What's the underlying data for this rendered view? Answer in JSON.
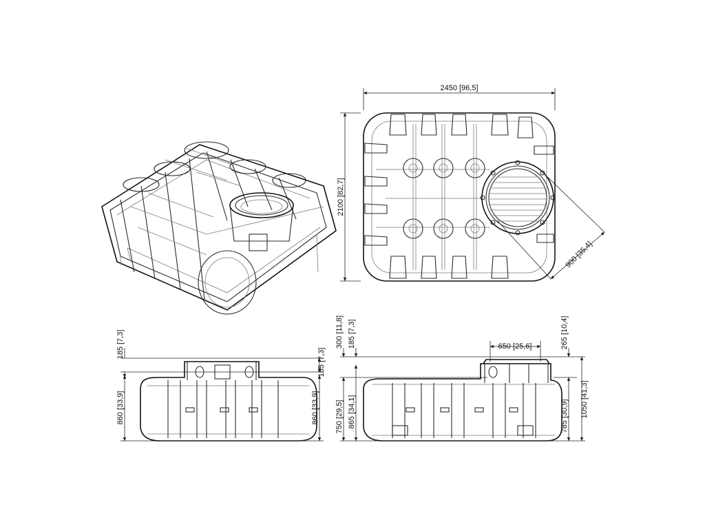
{
  "top_view": {
    "width_label": "2450 [96,5]",
    "depth_label": "2100 [82,7]",
    "opening_label": "900 [35,4]"
  },
  "side_view": {
    "top_left_label": "185 [7,3]",
    "body_left_label": "860 [33,9]",
    "top_right_label": "185 [7,3]",
    "body_right_label": "860 [33,9]"
  },
  "front_view": {
    "total_top_label": "300 [11,8]",
    "dome_label": "185 [7,3]",
    "body_low_label": "750 [29,5]",
    "body_high_label": "865 [34,1]",
    "collar_width_label": "650 [25,6]",
    "collar_height_label": "265 [10,4]",
    "tank_height_label": "785 [30,9]",
    "overall_height_label": "1050 [41,3]"
  }
}
